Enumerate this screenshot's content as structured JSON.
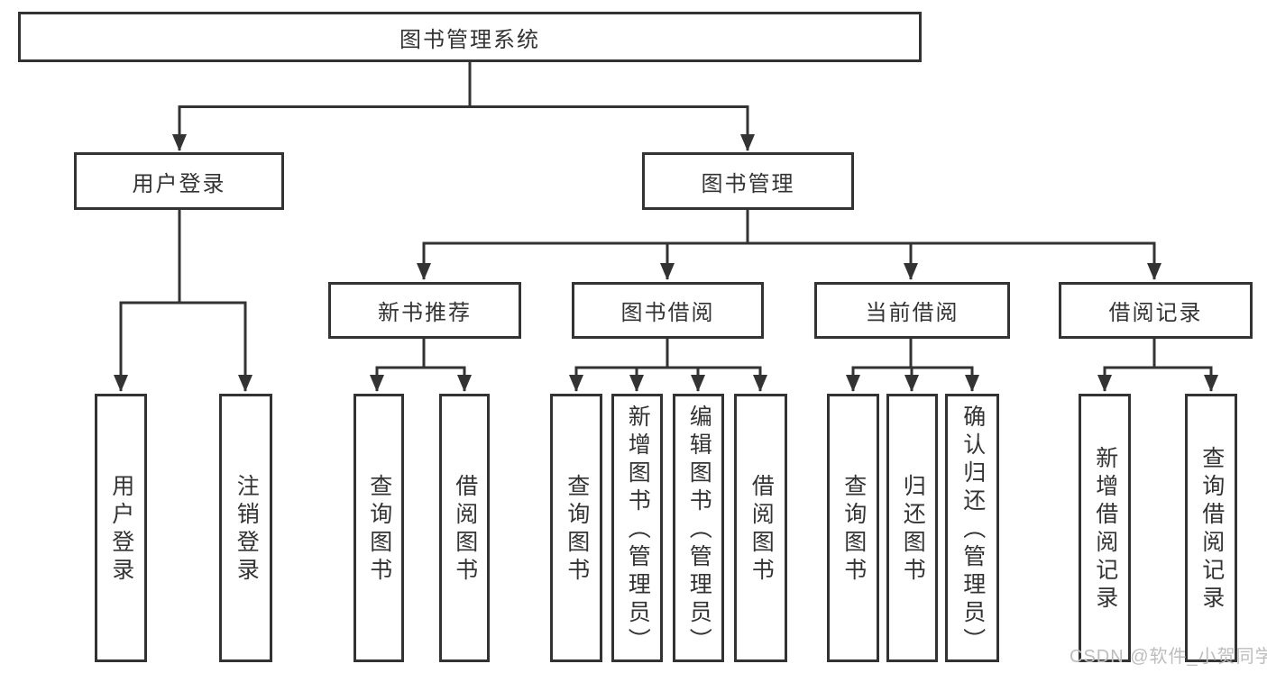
{
  "diagram": {
    "type": "tree-diagram",
    "colors": {
      "line": "#333333",
      "border": "#333333",
      "text": "#333333",
      "background": "#ffffff",
      "watermark": "#bdbdbd"
    },
    "watermark": "CSDN @软件_小贺同学",
    "nodes": {
      "root": {
        "label": "图书管理系统"
      },
      "user_login": {
        "label": "用户登录"
      },
      "book_mgmt": {
        "label": "图书管理"
      },
      "new_book_rec": {
        "label": "新书推荐"
      },
      "book_borrow": {
        "label": "图书借阅"
      },
      "current_borrow": {
        "label": "当前借阅"
      },
      "borrow_records": {
        "label": "借阅记录"
      },
      "leaf_user_login": {
        "label": "用户登录"
      },
      "leaf_logout": {
        "label": "注销登录"
      },
      "leaf_query_book_1": {
        "label": "查询图书"
      },
      "leaf_borrow_book_1": {
        "label": "借阅图书"
      },
      "leaf_query_book_2": {
        "label": "查询图书"
      },
      "leaf_add_book": {
        "label": "新增图书（管理员）"
      },
      "leaf_edit_book": {
        "label": "编辑图书（管理员）"
      },
      "leaf_borrow_book_2": {
        "label": "借阅图书"
      },
      "leaf_query_book_3": {
        "label": "查询图书"
      },
      "leaf_return_book": {
        "label": "归还图书"
      },
      "leaf_confirm_return": {
        "label": "确认归还（管理员）"
      },
      "leaf_add_record": {
        "label": "新增借阅记录"
      },
      "leaf_query_record": {
        "label": "查询借阅记录"
      }
    },
    "structure": {
      "root": [
        "user_login",
        "book_mgmt"
      ],
      "user_login": [
        "leaf_user_login",
        "leaf_logout"
      ],
      "book_mgmt": [
        "new_book_rec",
        "book_borrow",
        "current_borrow",
        "borrow_records"
      ],
      "new_book_rec": [
        "leaf_query_book_1",
        "leaf_borrow_book_1"
      ],
      "book_borrow": [
        "leaf_query_book_2",
        "leaf_add_book",
        "leaf_edit_book",
        "leaf_borrow_book_2"
      ],
      "current_borrow": [
        "leaf_query_book_3",
        "leaf_return_book",
        "leaf_confirm_return"
      ],
      "borrow_records": [
        "leaf_add_record",
        "leaf_query_record"
      ]
    }
  }
}
